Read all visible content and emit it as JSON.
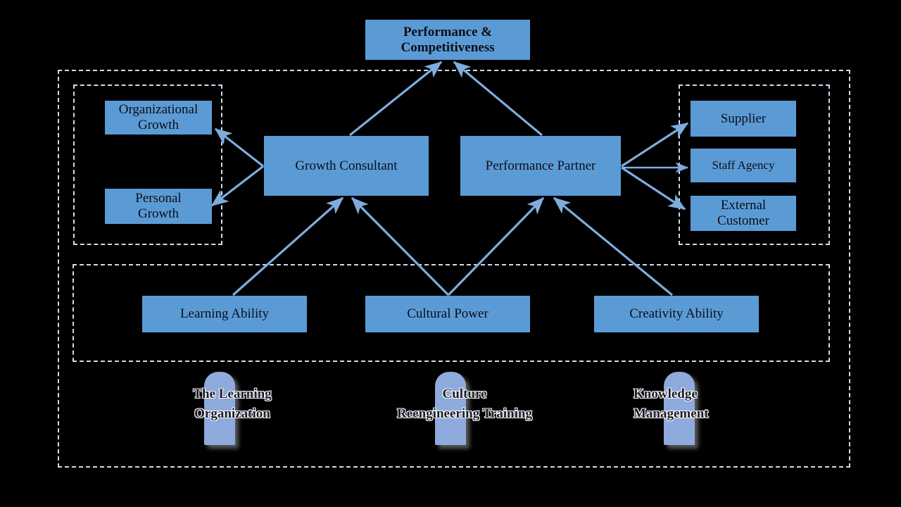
{
  "diagram": {
    "title": "Organizational Capability and Performance Framework",
    "colors": {
      "node_fill": "#5b9bd5",
      "node_text": "#0d0d17",
      "banner_fill": "#8faadc",
      "connector": "#7dadde",
      "dashed_border": "#cdd9ee",
      "background": "#000000"
    },
    "top": {
      "performance_competitiveness": "Performance &\nCompetitiveness",
      "performance_competitiveness_line1": "Performance &",
      "performance_competitiveness_line2": "Competitiveness"
    },
    "left_group": {
      "items": [
        {
          "label": "Organizational\nGrowth",
          "line1": "Organizational",
          "line2": "Growth"
        },
        {
          "label": "Personal\nGrowth",
          "line1": "Personal",
          "line2": "Growth"
        }
      ]
    },
    "roles": {
      "growth_consultant": "Growth Consultant",
      "performance_partner": "Performance Partner"
    },
    "right_group": {
      "items": [
        {
          "label": "Supplier",
          "line1": "Supplier",
          "line2": ""
        },
        {
          "label": "Staff Agency",
          "line1": "Staff Agency",
          "line2": ""
        },
        {
          "label": "External\nCustomer",
          "line1": "External",
          "line2": "Customer"
        }
      ]
    },
    "capabilities": {
      "items": [
        {
          "label": "Learning Ability"
        },
        {
          "label": "Cultural Power"
        },
        {
          "label": "Creativity Ability"
        }
      ]
    },
    "initiatives": {
      "items": [
        {
          "line1": "The Learning",
          "line2": "Organization"
        },
        {
          "line1": "Culture",
          "line2": "Reengineering Training"
        },
        {
          "line1": "Knowledge",
          "line2": "Management"
        }
      ]
    }
  }
}
